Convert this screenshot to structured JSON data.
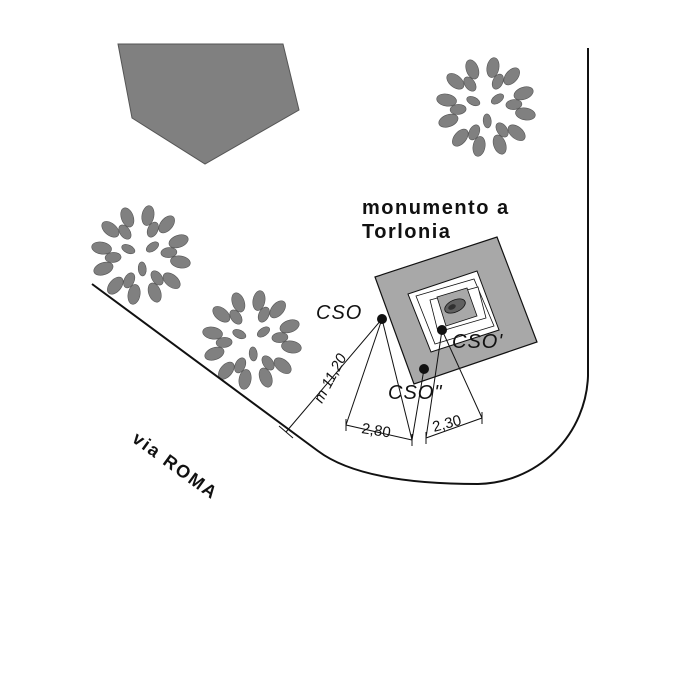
{
  "monument": {
    "line1": "monumento a",
    "line2": "Torlonia"
  },
  "points": {
    "p1": "CSO",
    "p2": "CSO'",
    "p3": "CSO\""
  },
  "street": "via ROMA",
  "measures": {
    "m1": "m 11,20",
    "m2": "2,80",
    "m3": "2,30"
  },
  "colors": {
    "fill_gray": "#808080",
    "pedestal_gray": "#a8a8a8",
    "line": "#111111",
    "background": "#ffffff"
  },
  "icons": [
    "tree-icon",
    "building-icon",
    "monument-icon",
    "survey-point-icon"
  ]
}
